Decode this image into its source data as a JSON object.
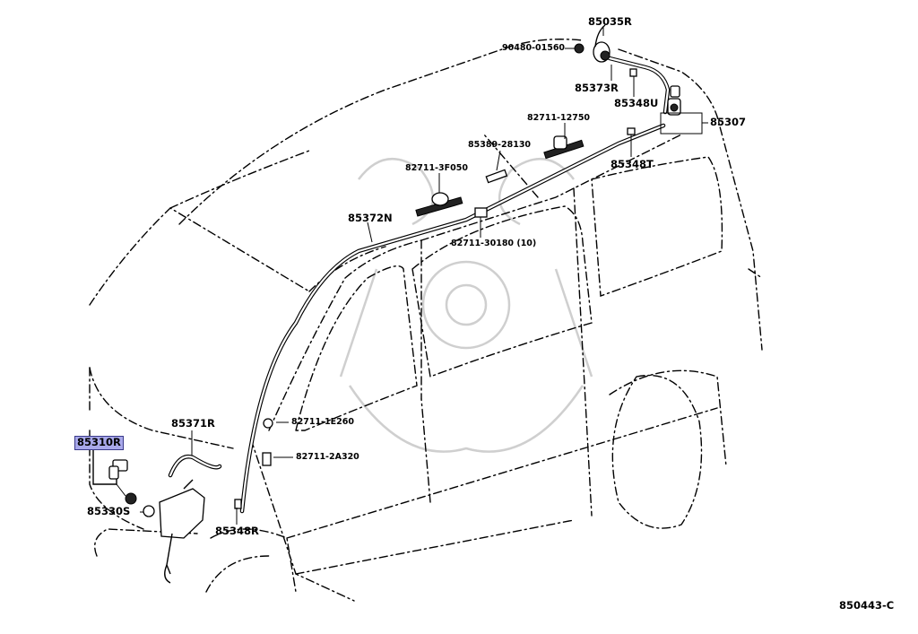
{
  "diagram_code": "850443-C",
  "parts": {
    "p85035R": "85035R",
    "p9048001560": "90480-01560",
    "p85373R": "85373R",
    "p85348U": "85348U",
    "p85307": "85307",
    "p8271112750": "82711-12750",
    "p8538928130": "85389-28130",
    "p85348T": "85348T",
    "p827113F050": "82711-3F050",
    "p85372N": "85372N",
    "p8271130180": "82711-30180 (10)",
    "p85371R": "85371R",
    "p85310R": "85310R",
    "p827111E260": "82711-1E260",
    "p827112A320": "82711-2A320",
    "p85330S": "85330S",
    "p85348R": "85348R"
  }
}
